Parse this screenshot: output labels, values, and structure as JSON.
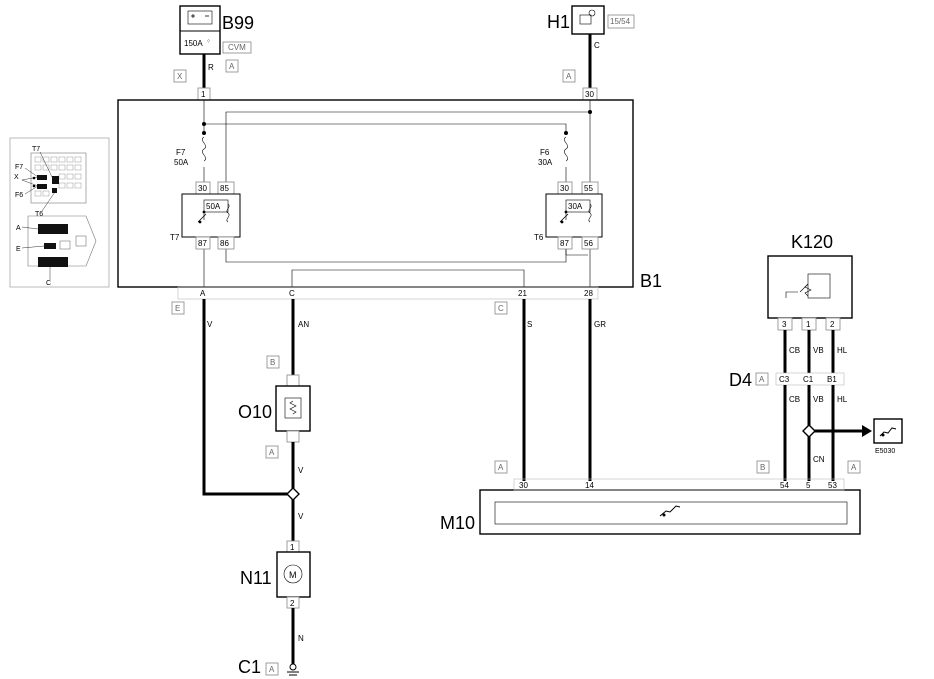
{
  "components": {
    "b99": {
      "name": "B99",
      "fuse": "150A",
      "tag": "CVM"
    },
    "h1": {
      "name": "H1",
      "tag": "15/54"
    },
    "b1": {
      "name": "B1"
    },
    "k120": {
      "name": "K120"
    },
    "d4": {
      "name": "D4"
    },
    "o10": {
      "name": "O10"
    },
    "n11": {
      "name": "N11",
      "symbol": "M"
    },
    "m10": {
      "name": "M10"
    },
    "c1": {
      "name": "C1"
    },
    "e5030": {
      "name": "E5030"
    }
  },
  "fuses": {
    "f7": {
      "name": "F7",
      "rating": "50A"
    },
    "f6": {
      "name": "F6",
      "rating": "30A"
    }
  },
  "relays": {
    "t7": {
      "name": "T7",
      "rating": "50A",
      "pins": [
        "30",
        "85",
        "87",
        "86"
      ]
    },
    "t6": {
      "name": "T6",
      "rating": "30A",
      "pins": [
        "30",
        "55",
        "87",
        "56"
      ]
    }
  },
  "pins": {
    "b99_out": "1",
    "h1_out": "30",
    "b1_a": "A",
    "b1_c": "C",
    "b1_21": "21",
    "b1_28": "28",
    "k120": [
      "3",
      "1",
      "2"
    ],
    "d4": [
      "C3",
      "C1",
      "B1"
    ],
    "m10": [
      "30",
      "14",
      "54",
      "5",
      "53"
    ],
    "n11": [
      "1",
      "2"
    ]
  },
  "wire_colors": {
    "b99_r": "R",
    "h1_c": "C",
    "a_v": "V",
    "c_an": "AN",
    "s": "S",
    "gr": "GR",
    "cb_top": "CB",
    "vb_top": "VB",
    "hl_top": "HL",
    "cb_bot": "CB",
    "vb_bot": "VB",
    "hl_bot": "HL",
    "cn": "CN",
    "o10_v": "V",
    "n11_v": "V",
    "n": "N"
  },
  "connector_tags": {
    "x": "X",
    "a_b99": "A",
    "a_h1": "A",
    "e": "E",
    "c_b1": "C",
    "b_o10": "B",
    "a_o10": "A",
    "a_m10": "A",
    "b_m10": "B",
    "a_m10r": "A",
    "a_d4": "A",
    "a_c1": "A"
  },
  "inset": {
    "labels": [
      "T7",
      "F7",
      "X",
      "F6",
      "T6",
      "A",
      "E",
      "C"
    ]
  }
}
